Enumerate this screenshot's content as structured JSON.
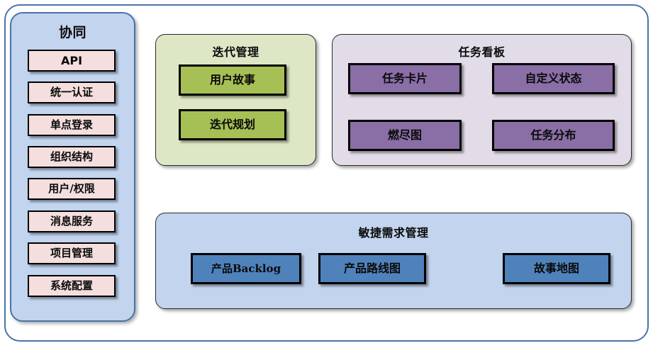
{
  "diagram": {
    "sidebar": {
      "title": "协同",
      "items": [
        {
          "label": "API"
        },
        {
          "label": "统一认证"
        },
        {
          "label": "单点登录"
        },
        {
          "label": "组织结构"
        },
        {
          "label": "用户/权限"
        },
        {
          "label": "消息服务"
        },
        {
          "label": "项目管理"
        },
        {
          "label": "系统配置"
        }
      ]
    },
    "iteration": {
      "title": "迭代管理",
      "items": [
        {
          "label": "用户故事"
        },
        {
          "label": "迭代规划"
        }
      ]
    },
    "taskboard": {
      "title": "任务看板",
      "items": [
        {
          "label": "任务卡片"
        },
        {
          "label": "自定义状态"
        },
        {
          "label": "燃尽图"
        },
        {
          "label": "任务分布"
        }
      ]
    },
    "agile": {
      "title": "敏捷需求管理",
      "items": [
        {
          "label": "产品Backlog"
        },
        {
          "label": "产品路线图"
        },
        {
          "label": "故事地图"
        }
      ]
    },
    "colors": {
      "frame_border": "#4a73a8",
      "sidebar_panel": "#c2d4ee",
      "sidebar_node": "#f4dede",
      "iteration_panel": "#dde7c5",
      "iteration_node": "#a6c055",
      "taskboard_panel": "#e2dbe8",
      "taskboard_node": "#8a6ea6",
      "agile_panel": "#c2d4ee",
      "agile_node": "#4f82bb",
      "node_border": "#000000",
      "text": "#0a0a0a"
    }
  }
}
